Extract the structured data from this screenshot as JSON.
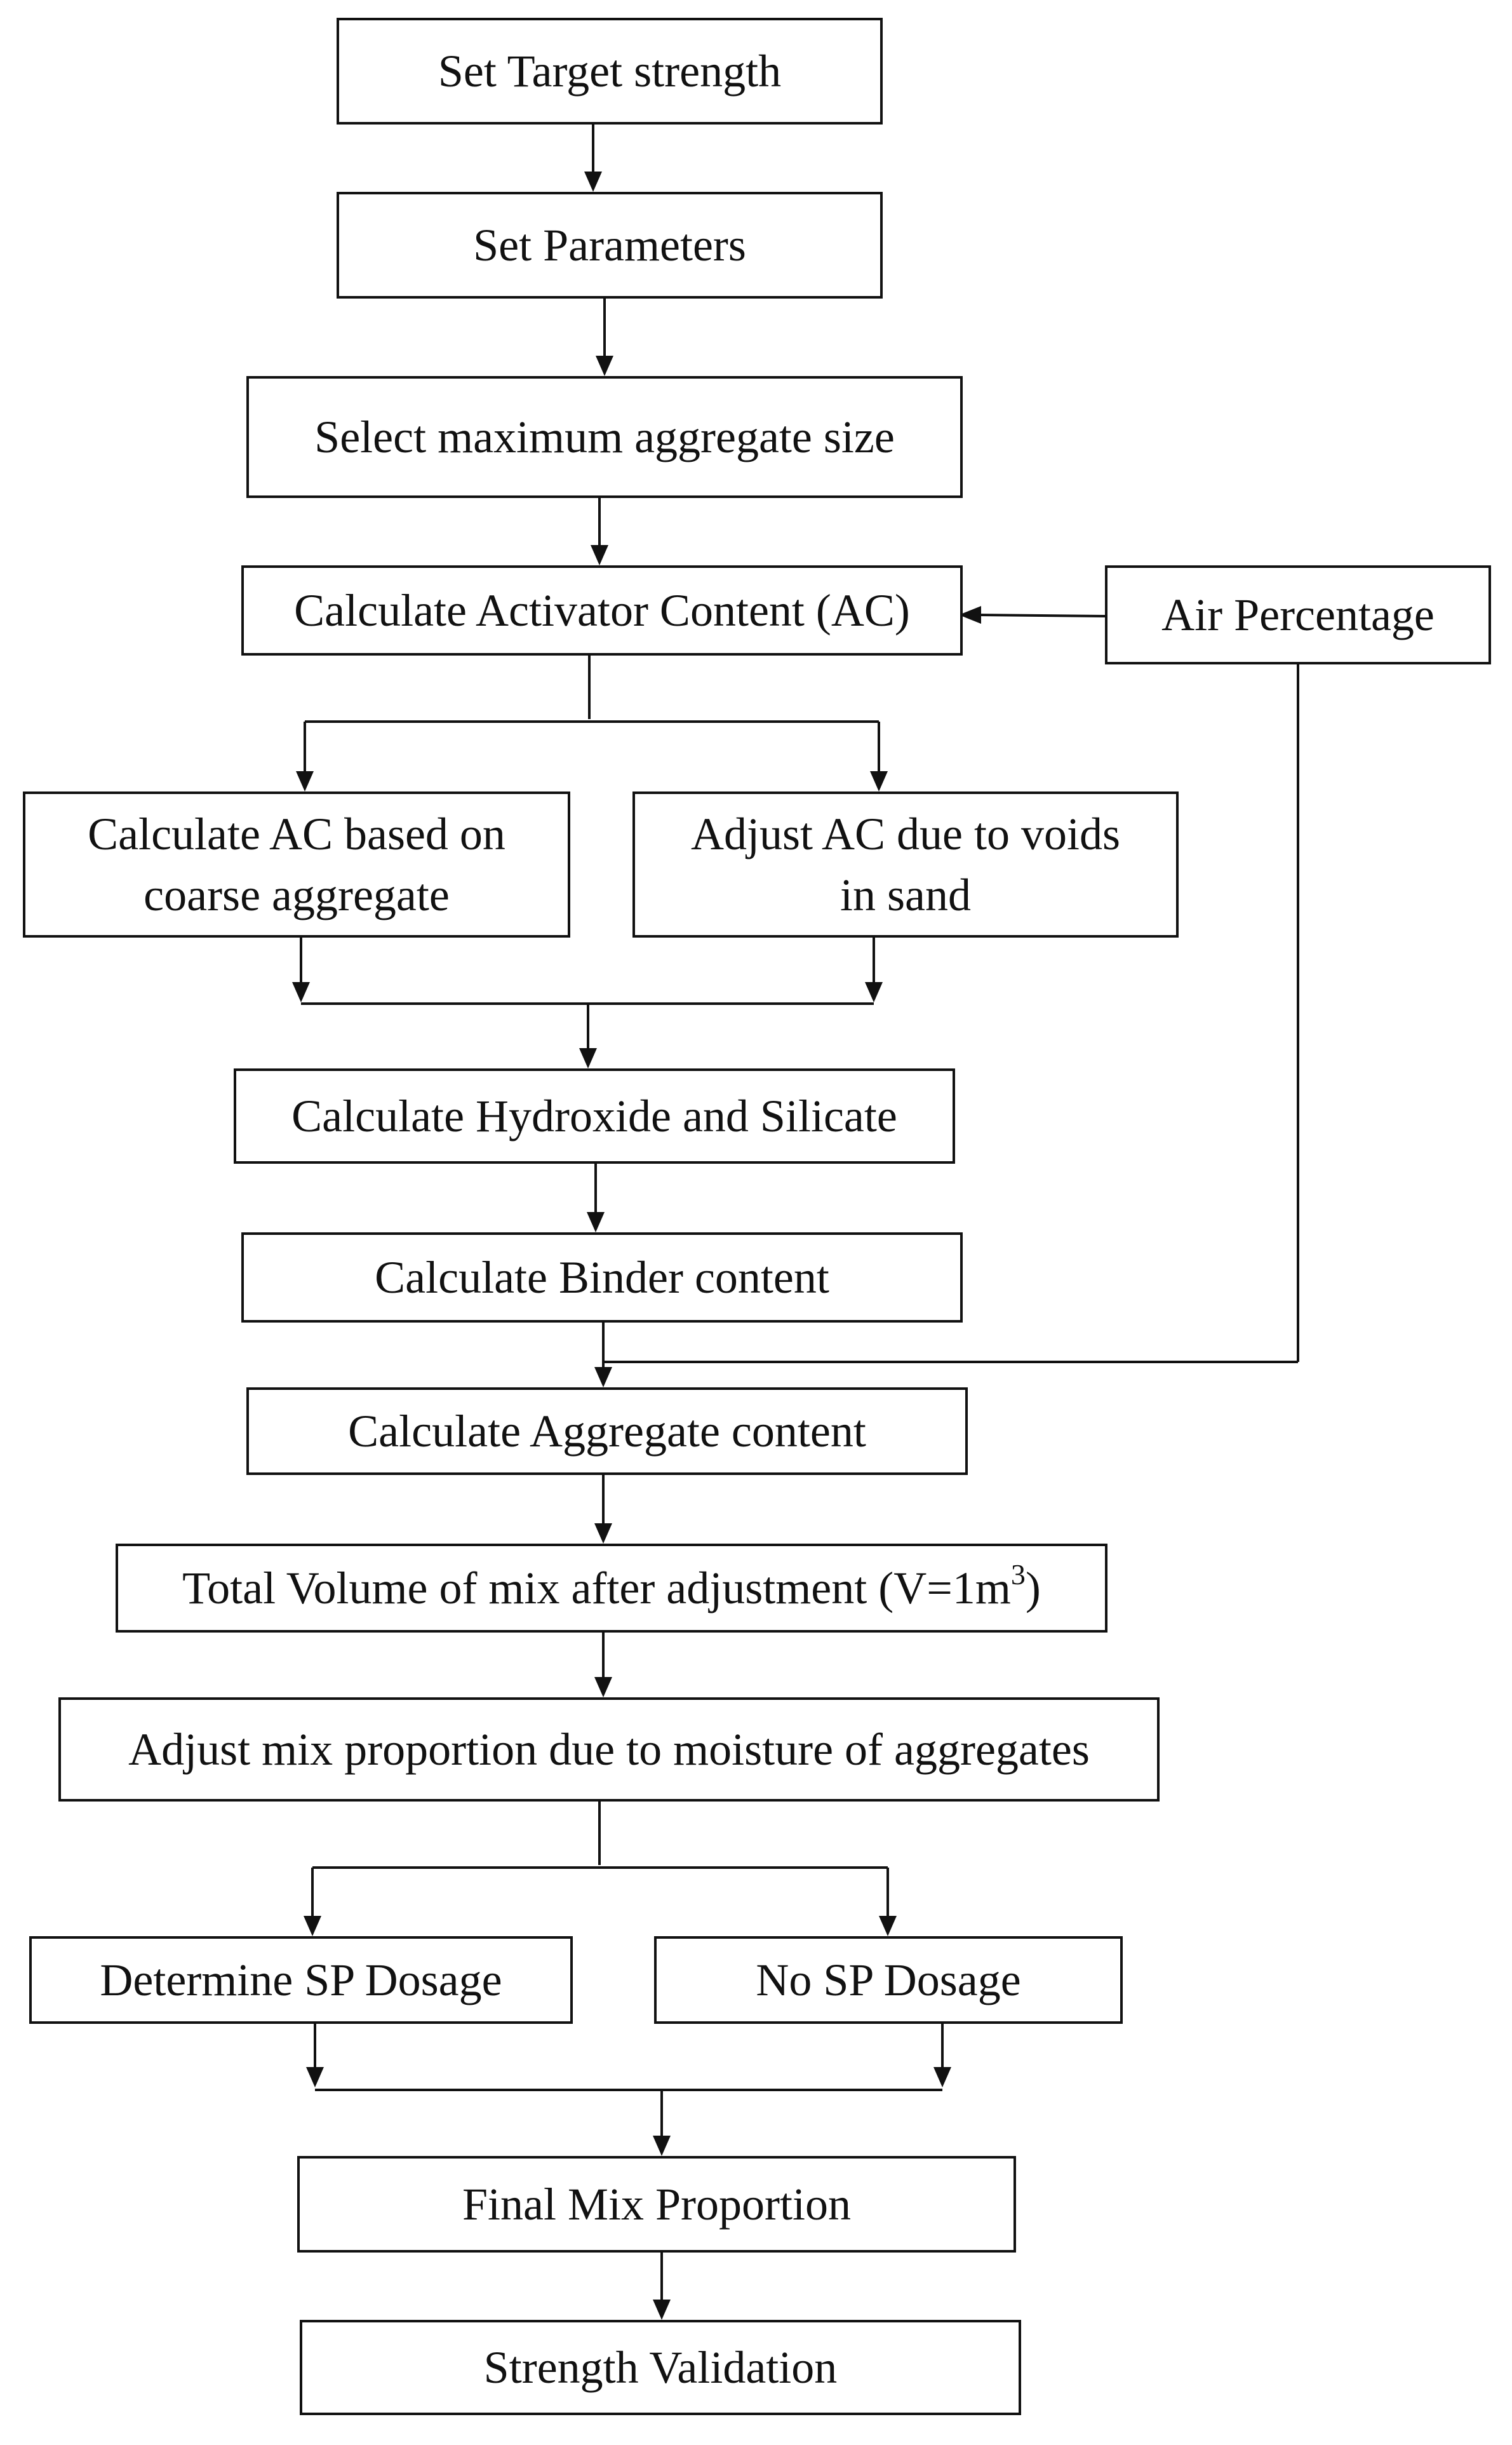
{
  "flowchart": {
    "set_target_strength": "Set Target strength",
    "set_parameters": "Set Parameters",
    "select_max_aggregate": "Select maximum aggregate size",
    "calc_activator_content": "Calculate Activator Content (AC)",
    "air_percentage": "Air Percentage",
    "calc_ac_coarse": "Calculate AC based on\ncoarse aggregate",
    "adjust_ac_voids": "Adjust AC due to voids\nin sand",
    "calc_hydroxide_silicate": "Calculate Hydroxide and Silicate",
    "calc_binder": "Calculate Binder content",
    "calc_aggregate": "Calculate Aggregate content",
    "total_volume": "Total Volume of mix after adjustment (V=1m",
    "total_volume_sup": "3",
    "total_volume_end": ")",
    "adjust_moisture": "Adjust mix proportion due to moisture of aggregates",
    "determine_sp": "Determine SP Dosage",
    "no_sp": "No SP Dosage",
    "final_mix": "Final Mix Proportion",
    "strength_validation": "Strength Validation"
  }
}
